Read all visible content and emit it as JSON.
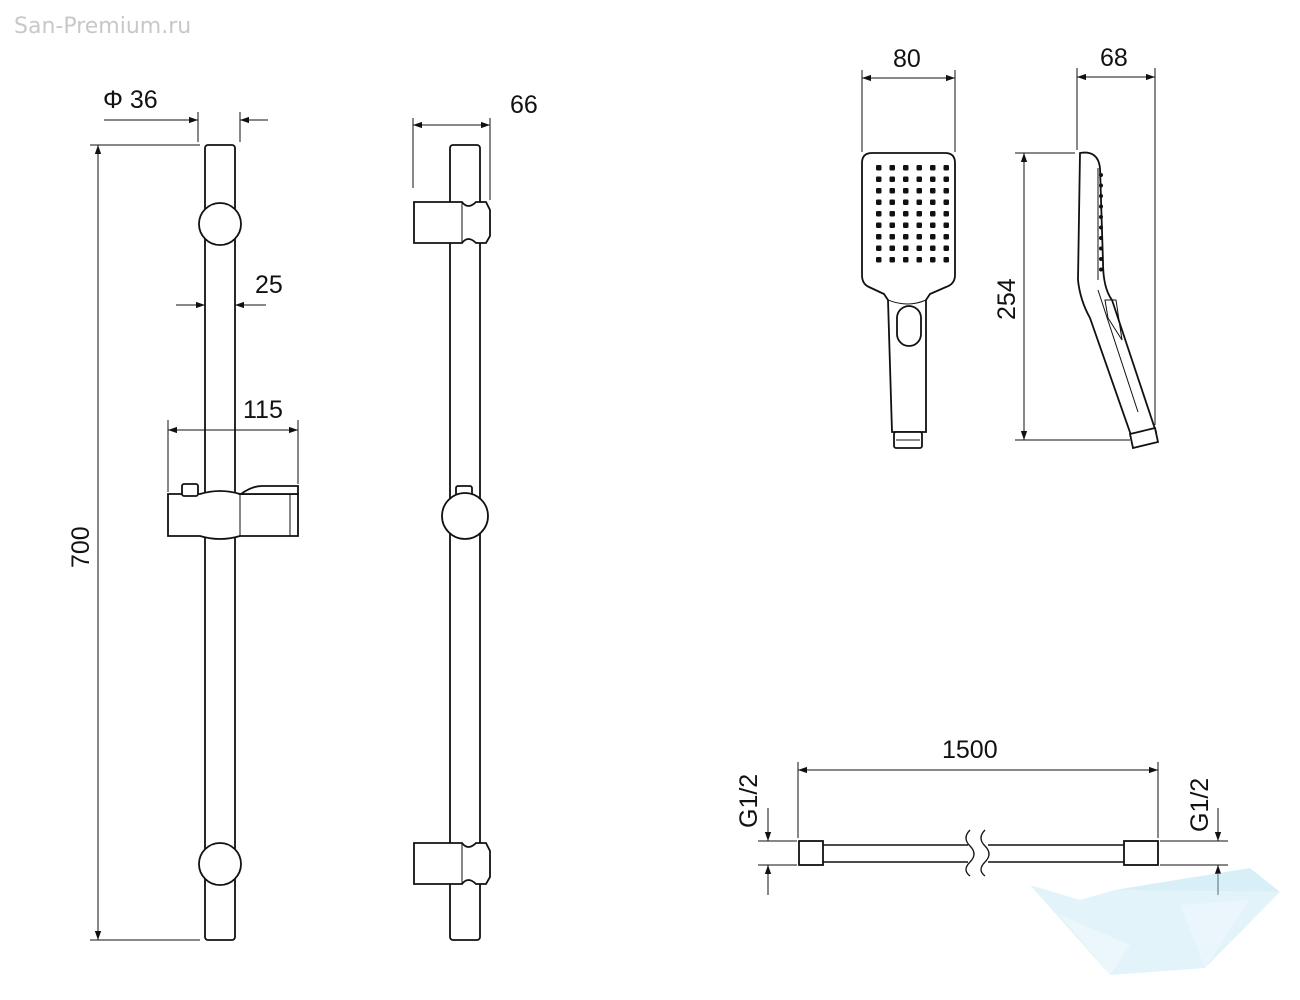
{
  "watermark": "San-Premium.ru",
  "dimensions": {
    "rail_diameter": "Φ 36",
    "rail_offset": "66",
    "tube_width": "25",
    "holder_width": "115",
    "rail_length": "700",
    "head_width": "80",
    "head_depth": "68",
    "head_length": "254",
    "hose_length": "1500",
    "hose_thread_left": "G1/2",
    "hose_thread_right": "G1/2"
  },
  "colors": {
    "line": "#111111",
    "watermark_text": "#c8c8c8",
    "logo": "#a9dcf0"
  }
}
